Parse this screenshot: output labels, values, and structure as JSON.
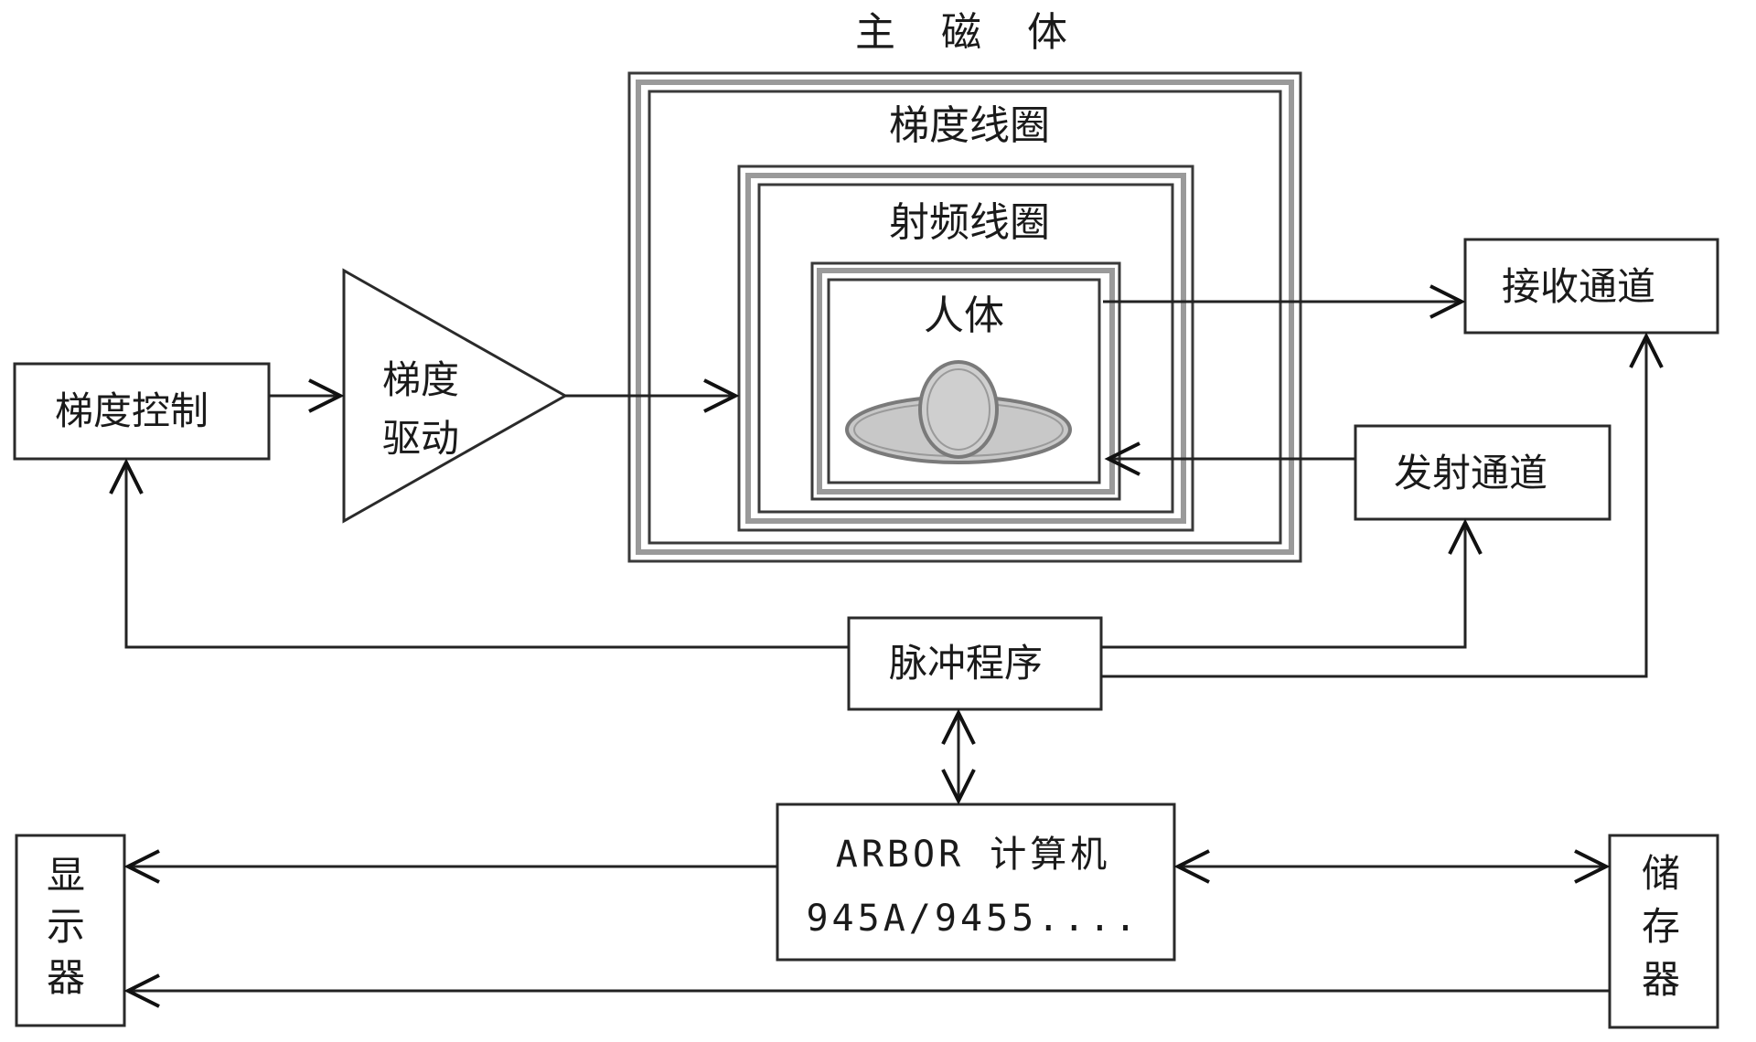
{
  "labels": {
    "main_magnet": "主 磁 体",
    "gradient_coil": "梯度线圈",
    "rf_coil": "射频线圈",
    "human_body": "人体",
    "gradient_control": "梯度控制",
    "gradient_drive_line1": "梯度",
    "gradient_drive_line2": "驱动",
    "receive_channel": "接收通道",
    "transmit_channel": "发射通道",
    "pulse_program": "脉冲程序",
    "computer_line1": "ARBOR 计算机",
    "computer_line2": "945A/9455....",
    "display_1": "显",
    "display_2": "示",
    "display_3": "器",
    "storage_1": "储",
    "storage_2": "存",
    "storage_3": "器"
  },
  "colors": {
    "line": "#222222",
    "frame_gray": "#9a9a9a",
    "body_fill": "#c8c8c8",
    "body_stroke": "#7a7a7a"
  }
}
